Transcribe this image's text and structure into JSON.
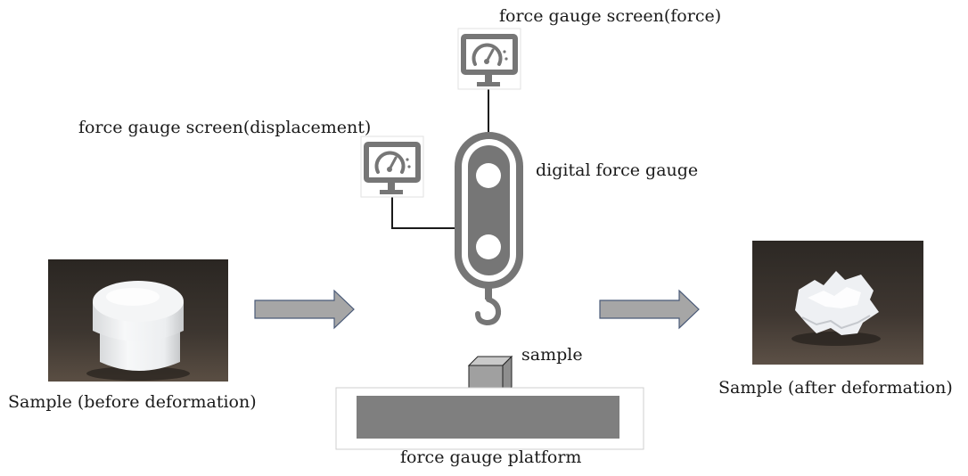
{
  "labels": {
    "screen_force": "force gauge screen(force)",
    "screen_displacement": "force gauge screen(displacement)",
    "digital_force_gauge": "digital force gauge",
    "sample": "sample",
    "platform": "force gauge platform",
    "sample_before": "Sample (before deformation)",
    "sample_after": "Sample (after deformation)"
  },
  "icons": {
    "screen_force": "gauge-monitor-icon",
    "screen_displacement": "gauge-monitor-icon",
    "force_gauge": "hanging-scale-hook-icon",
    "sample_cube": "cube-icon",
    "arrow_left": "right-arrow-icon",
    "arrow_right": "right-arrow-icon"
  },
  "colors": {
    "icon_gray": "#767676",
    "arrow_fill": "#a6a6a6",
    "arrow_stroke": "#4a5a78",
    "platform_fill": "#7f7f7f",
    "cube_front": "#a0a0a0",
    "cube_top": "#c9c9c9",
    "cube_side": "#8e8e8e",
    "photo_background": "#3a3530",
    "sample_material": "#f2f3f5"
  }
}
